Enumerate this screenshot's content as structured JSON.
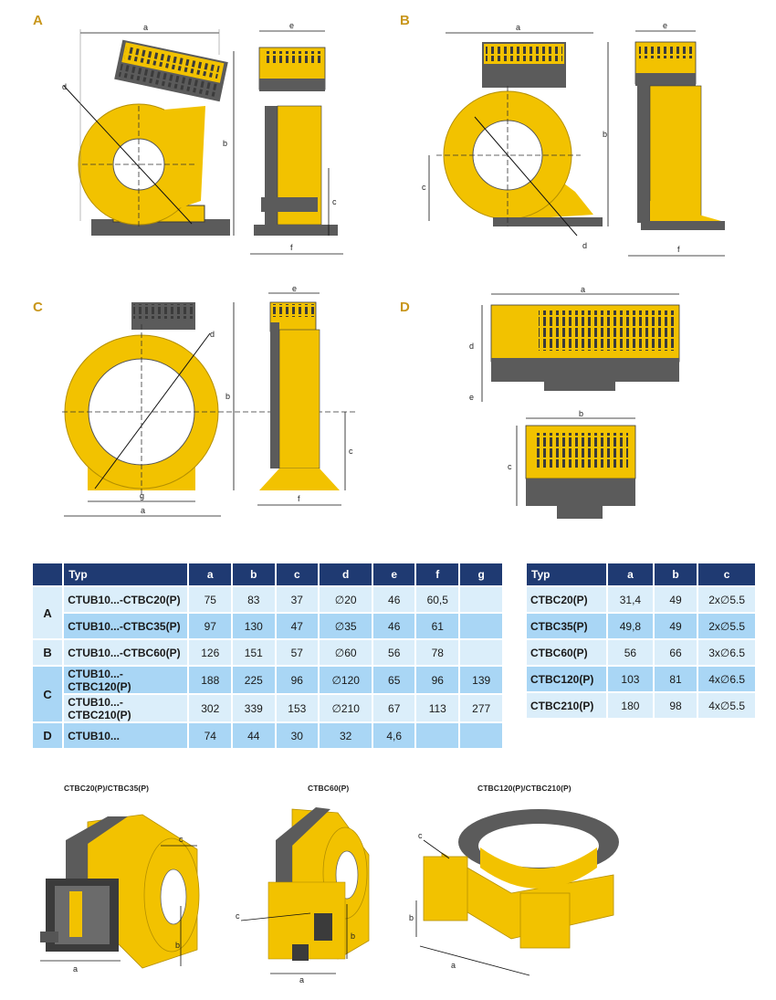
{
  "sections": {
    "a": "A",
    "b": "B",
    "c": "C",
    "d": "D"
  },
  "dim_labels": {
    "a": "a",
    "b": "b",
    "c": "c",
    "d": "d",
    "e": "e",
    "f": "f",
    "g": "g"
  },
  "colors": {
    "yellow": "#f2c200",
    "yellow_dark": "#d8a800",
    "grey": "#5b5b5b",
    "grey_dark": "#3b3b3b",
    "table_header": "#1f3a72",
    "row_light": "#dbeefa",
    "row_mid": "#a9d6f5",
    "section_label": "#c8961a"
  },
  "table1": {
    "headers": [
      "Typ",
      "a",
      "b",
      "c",
      "d",
      "e",
      "f",
      "g"
    ],
    "groups": [
      "A",
      "B",
      "C",
      "D"
    ],
    "rows": [
      {
        "typ": "CTUB10...-CTBC20(P)",
        "a": "75",
        "b": "83",
        "c": "37",
        "d": "∅20",
        "e": "46",
        "f": "60,5",
        "g": ""
      },
      {
        "typ": "CTUB10...-CTBC35(P)",
        "a": "97",
        "b": "130",
        "c": "47",
        "d": "∅35",
        "e": "46",
        "f": "61",
        "g": ""
      },
      {
        "typ": "CTUB10...-CTBC60(P)",
        "a": "126",
        "b": "151",
        "c": "57",
        "d": "∅60",
        "e": "56",
        "f": "78",
        "g": ""
      },
      {
        "typ": "CTUB10...-CTBC120(P)",
        "a": "188",
        "b": "225",
        "c": "96",
        "d": "∅120",
        "e": "65",
        "f": "96",
        "g": "139"
      },
      {
        "typ": "CTUB10...-CTBC210(P)",
        "a": "302",
        "b": "339",
        "c": "153",
        "d": "∅210",
        "e": "67",
        "f": "113",
        "g": "277"
      },
      {
        "typ": "CTUB10...",
        "a": "74",
        "b": "44",
        "c": "30",
        "d": "32",
        "e": "4,6",
        "f": "",
        "g": ""
      }
    ]
  },
  "table2": {
    "headers": [
      "Typ",
      "a",
      "b",
      "c"
    ],
    "rows": [
      {
        "typ": "CTBC20(P)",
        "a": "31,4",
        "b": "49",
        "c": "2x∅5.5"
      },
      {
        "typ": "CTBC35(P)",
        "a": "49,8",
        "b": "49",
        "c": "2x∅5.5"
      },
      {
        "typ": "CTBC60(P)",
        "a": "56",
        "b": "66",
        "c": "3x∅6.5"
      },
      {
        "typ": "CTBC120(P)",
        "a": "103",
        "b": "81",
        "c": "4x∅6.5"
      },
      {
        "typ": "CTBC210(P)",
        "a": "180",
        "b": "98",
        "c": "4x∅5.5"
      }
    ]
  },
  "captions": {
    "iso1": "CTBC20(P)/CTBC35(P)",
    "iso2": "CTBC60(P)",
    "iso3": "CTBC120(P)/CTBC210(P)"
  }
}
